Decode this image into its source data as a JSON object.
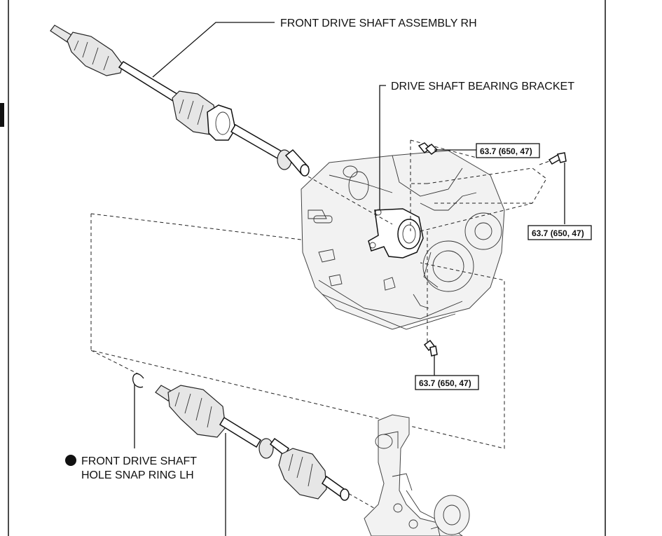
{
  "labels": {
    "front_drive_shaft_rh": "FRONT DRIVE SHAFT ASSEMBLY RH",
    "bearing_bracket": "DRIVE SHAFT BEARING BRACKET",
    "snap_ring_line1": "FRONT DRIVE SHAFT",
    "snap_ring_line2": "HOLE SNAP RING LH"
  },
  "torque": {
    "bolt_top": "63.7 (650, 47)",
    "bolt_right": "63.7 (650, 47)",
    "bolt_bottom": "63.7 (650, 47)"
  },
  "icons": {
    "non_reusable_part": "filled-circle-icon"
  },
  "colors": {
    "line": "#111111",
    "background": "#ffffff"
  }
}
